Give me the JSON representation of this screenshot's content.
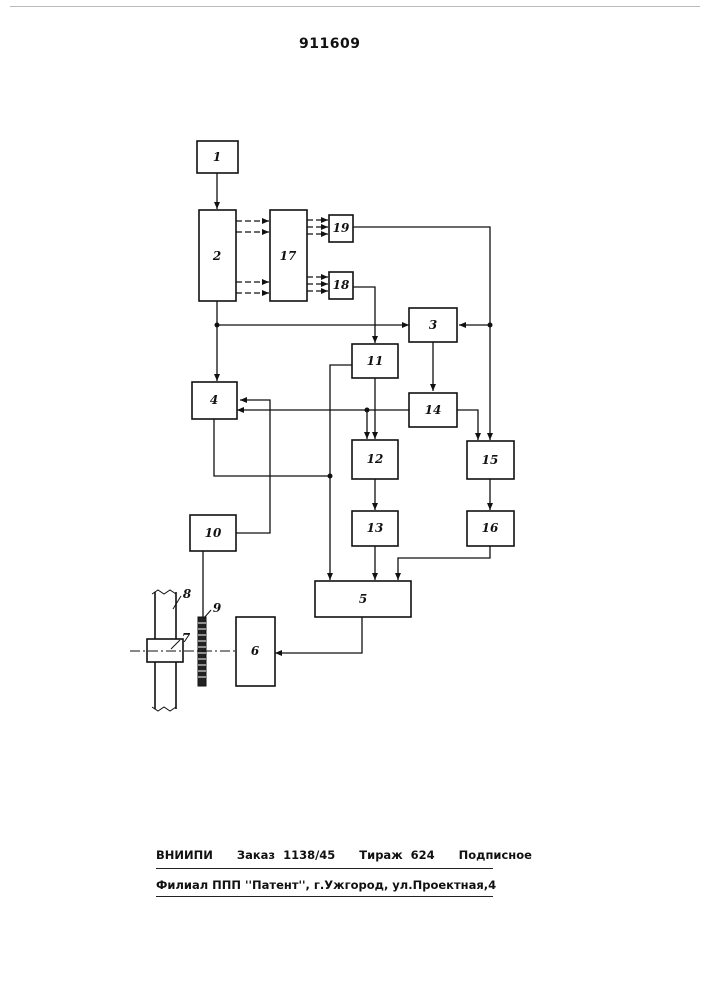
{
  "document": {
    "number": "911609"
  },
  "diagram": {
    "blocks": [
      {
        "id": "b1",
        "label": "1"
      },
      {
        "id": "b2",
        "label": "2"
      },
      {
        "id": "b3",
        "label": "3"
      },
      {
        "id": "b4",
        "label": "4"
      },
      {
        "id": "b5",
        "label": "5"
      },
      {
        "id": "b6",
        "label": "6"
      },
      {
        "id": "b10",
        "label": "10"
      },
      {
        "id": "b11",
        "label": "11"
      },
      {
        "id": "b12",
        "label": "12"
      },
      {
        "id": "b13",
        "label": "13"
      },
      {
        "id": "b14",
        "label": "14"
      },
      {
        "id": "b15",
        "label": "15"
      },
      {
        "id": "b16",
        "label": "16"
      },
      {
        "id": "b17",
        "label": "17"
      },
      {
        "id": "b18",
        "label": "18"
      },
      {
        "id": "b19",
        "label": "19"
      }
    ],
    "parts": {
      "p7": "7",
      "p8": "8",
      "p9": "9"
    }
  },
  "footer": {
    "line1": "ВНИИПИ   Заказ 1138/45   Тираж 624   Подписное",
    "line2": "Филиал ППП ''Патент'', г.Ужгород, ул.Проектная,4"
  }
}
